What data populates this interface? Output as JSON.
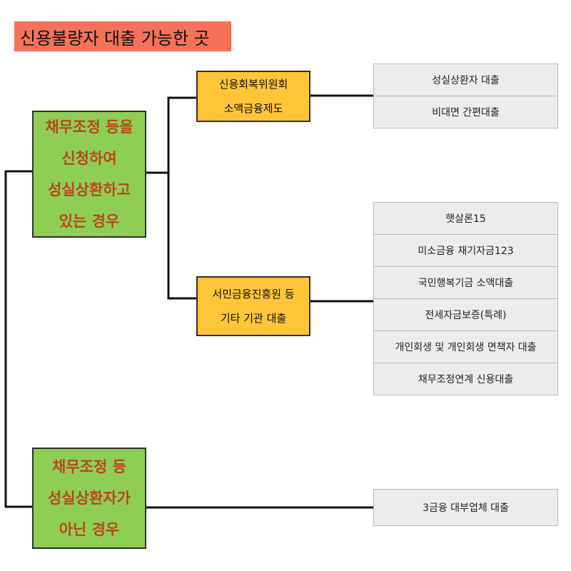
{
  "title": "신용불량자 대출 가능한 곳",
  "cases": [
    {
      "lines": [
        "채무조정 등을",
        "신청하여",
        "성실상환하고",
        "있는 경우"
      ]
    },
    {
      "lines": [
        "채무조정 등",
        "성실상환자가",
        "아닌 경우"
      ]
    }
  ],
  "orgs": [
    {
      "lines": [
        "신용회복위원회",
        "소액금융제도"
      ]
    },
    {
      "lines": [
        "서민금융진흥원 등",
        "기타 기관 대출"
      ]
    }
  ],
  "loans": {
    "group1": [
      "성실상환자 대출",
      "비대면 간편대출"
    ],
    "group2": [
      "햇살론15",
      "미소금융 재기자금123",
      "국민행복기금 소액대출",
      "전세자금보증(특례)",
      "개인회생 및 개인회생 면책자 대출",
      "채무조정연계 신용대출"
    ],
    "group3": [
      "3금융 대부업체 대출"
    ]
  },
  "colors": {
    "title_bg": "#f4715a",
    "case_bg": "#8fce55",
    "case_text": "#b8471d",
    "org_bg": "#ffc538",
    "loan_bg": "#ececec"
  }
}
